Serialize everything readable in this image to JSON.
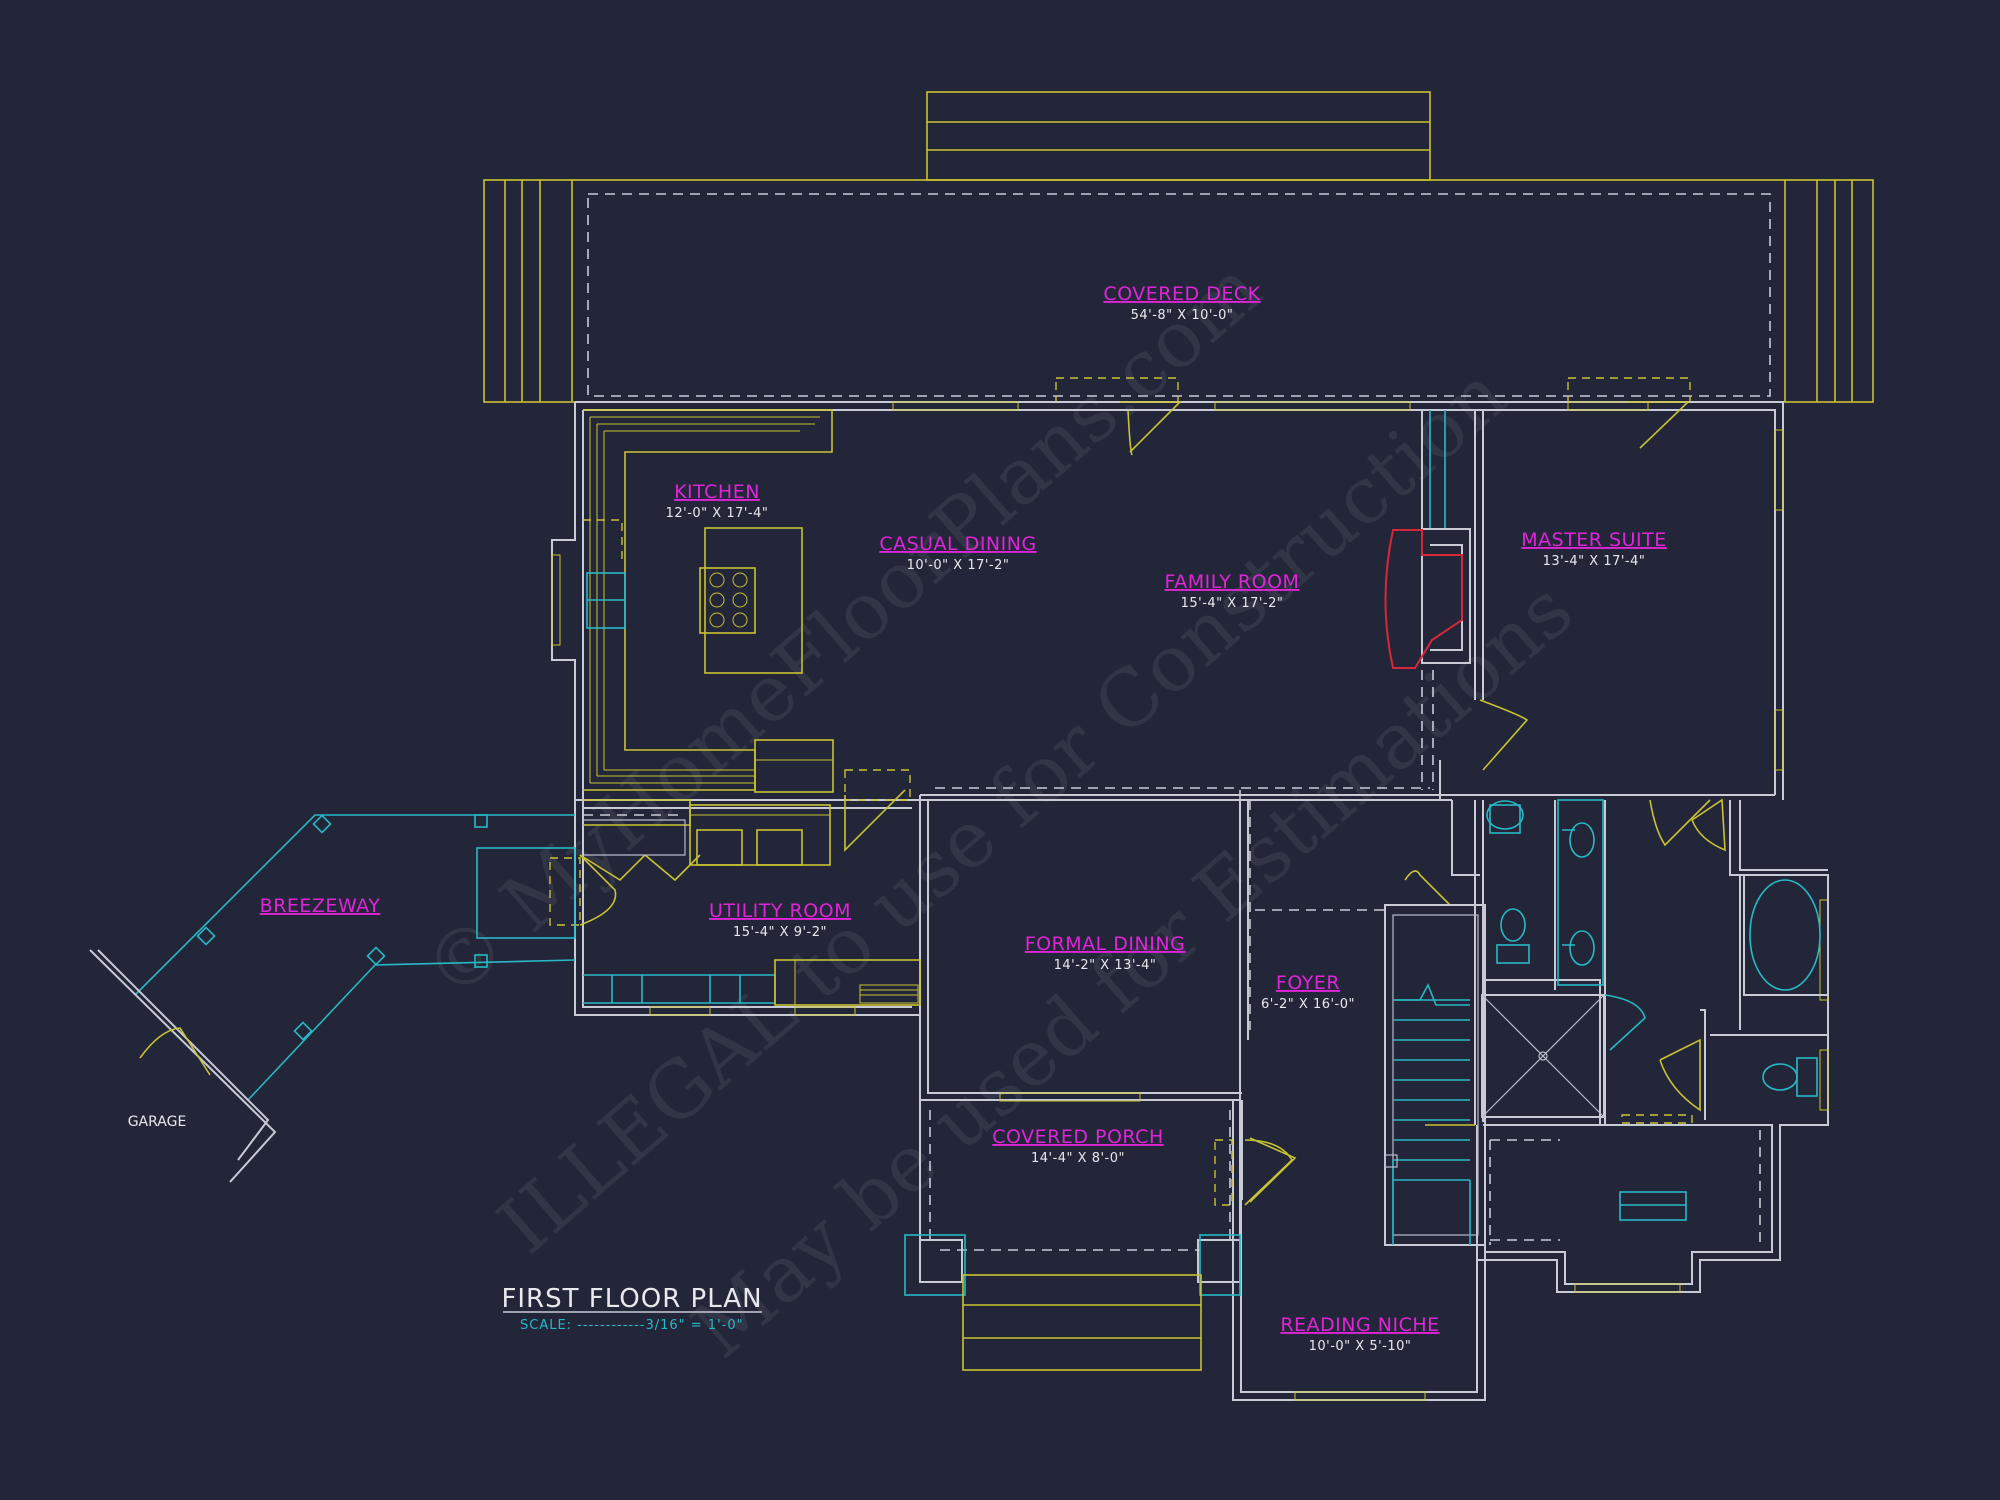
{
  "rooms": {
    "covered_deck": {
      "name": "COVERED DECK",
      "dim": "54'-8\" X 10'-0\""
    },
    "kitchen": {
      "name": "KITCHEN",
      "dim": "12'-0\" X 17'-4\""
    },
    "casual_dining": {
      "name": "CASUAL DINING",
      "dim": "10'-0\" X 17'-2\""
    },
    "family_room": {
      "name": "FAMILY ROOM",
      "dim": "15'-4\" X 17'-2\""
    },
    "master_suite": {
      "name": "MASTER SUITE",
      "dim": "13'-4\" X 17'-4\""
    },
    "breezeway": {
      "name": "BREEZEWAY"
    },
    "utility_room": {
      "name": "UTILITY ROOM",
      "dim": "15'-4\" X 9'-2\""
    },
    "formal_dining": {
      "name": "FORMAL DINING",
      "dim": "14'-2\" X 13'-4\""
    },
    "foyer": {
      "name": "FOYER",
      "dim": "6'-2\" X 16'-0\""
    },
    "covered_porch": {
      "name": "COVERED PORCH",
      "dim": "14'-4\" X 8'-0\""
    },
    "reading_niche": {
      "name": "READING NICHE",
      "dim": "10'-0\" X 5'-10\""
    }
  },
  "garage_label": "GARAGE",
  "plan_title": "FIRST FLOOR PLAN",
  "scale_text": "SCALE: ------------3/16\" = 1'-0\"",
  "watermark": {
    "line1": "© MyHomeFloorPlans.com",
    "line2": "ILLEGAL to use for Construction",
    "line3": "May be used for Estimations"
  },
  "colors": {
    "background": "#222638",
    "walls": "#c8cad6",
    "fixtures_yellow": "#c9c232",
    "plumbing_cyan": "#27b9c6",
    "room_labels": "#e024d8",
    "fireplace_red": "#d8263a"
  }
}
